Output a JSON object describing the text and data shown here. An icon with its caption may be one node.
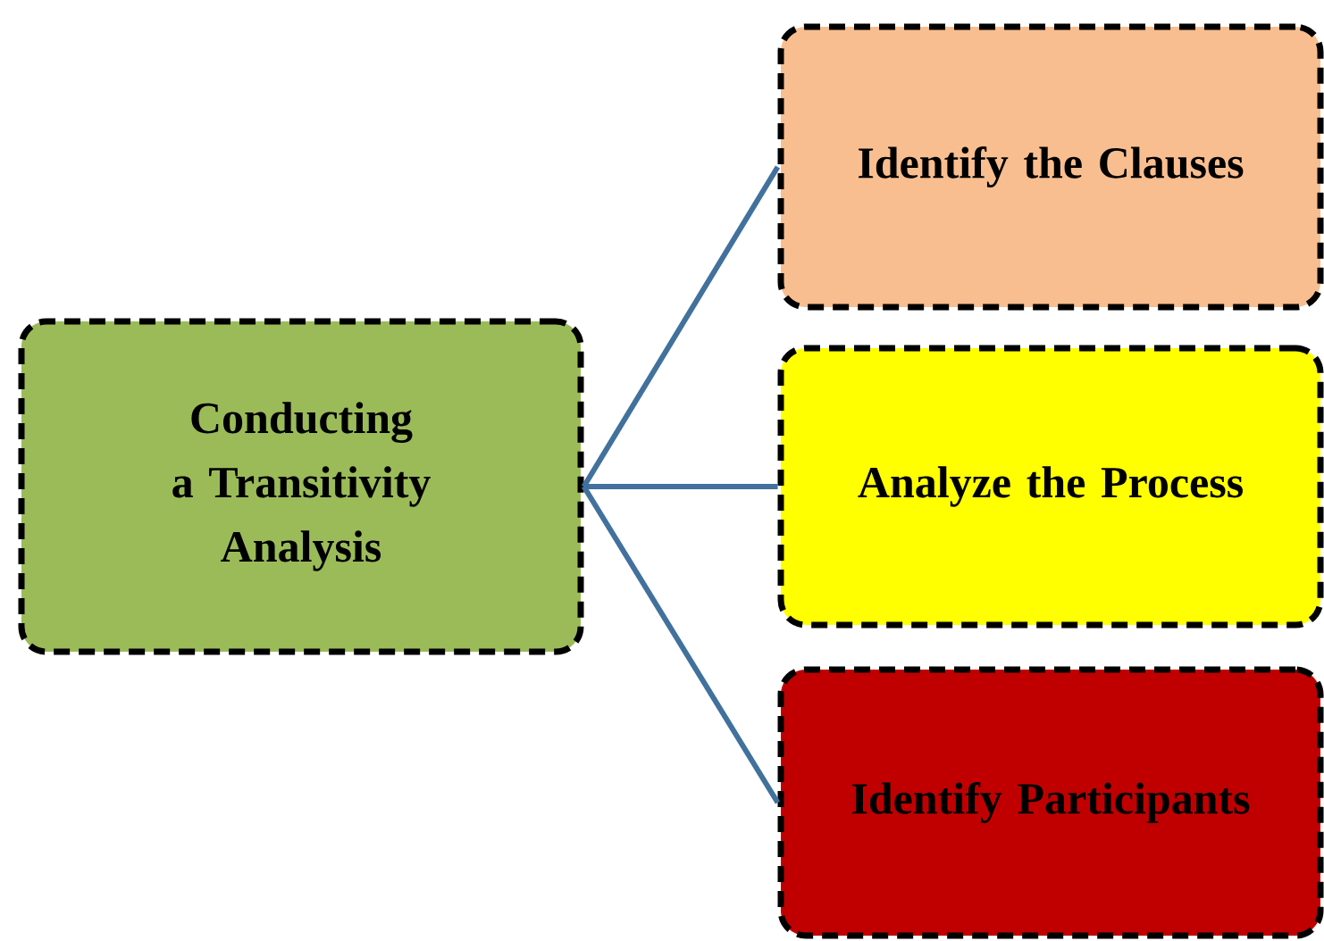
{
  "diagram": {
    "nodes": [
      {
        "text": [
          "Conducting a Transitivity Analysis"
        ]
      },
      {
        "text": [
          "Identify the Clauses"
        ]
      },
      {
        "text": [
          "Analyze the Process"
        ]
      },
      {
        "text": [
          "Identify Participants"
        ]
      }
    ],
    "edges": [
      {
        "from": 0,
        "to": 1,
        "arrow": "none"
      },
      {
        "from": 0,
        "to": 2,
        "arrow": "none"
      },
      {
        "from": 0,
        "to": 3,
        "arrow": "none"
      }
    ]
  }
}
